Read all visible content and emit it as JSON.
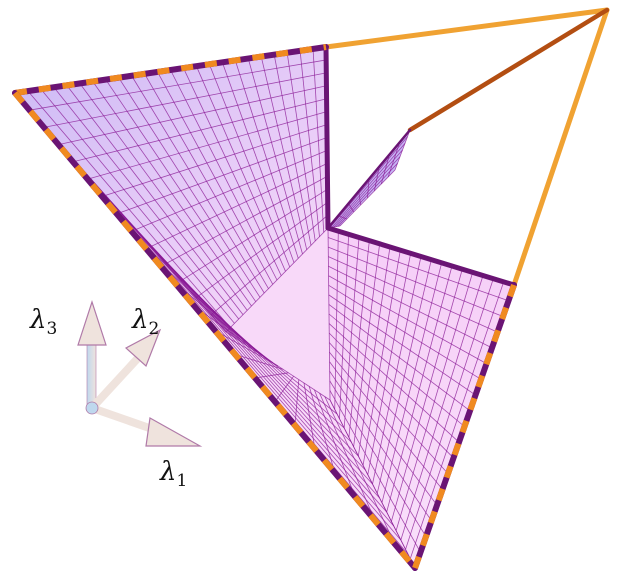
{
  "figure": {
    "colors": {
      "edge_orange": "#f0a232",
      "edge_dark_orange": "#b34e12",
      "edge_purple": "#6a1474",
      "dash_orange": "#f08a20",
      "surface_violet": "#b9a2f2",
      "surface_pink": "#f2b9f4",
      "mesh_line": "#8a1a96",
      "arrow_light": "#efe3dd",
      "arrow_shade": "#b07aa8",
      "arrow_blue": "#bfd8ee"
    },
    "axes": {
      "x": {
        "symbol": "λ",
        "sub": "1"
      },
      "y": {
        "symbol": "λ",
        "sub": "2"
      },
      "z": {
        "symbol": "λ",
        "sub": "3"
      }
    }
  }
}
